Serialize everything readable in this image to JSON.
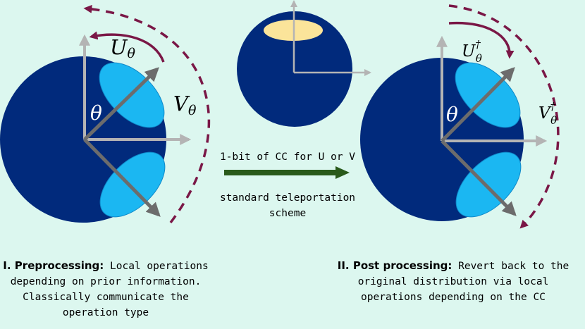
{
  "colors": {
    "background": "#dcf7ef",
    "sphere": "#012a7c",
    "blob": "#1bb7f2",
    "blob_outline": "#0f89c9",
    "top_blob": "#fbe49a",
    "axis": "#b4b4b4",
    "state_vector": "#6c6c6c",
    "rotation_arrow": "#7a1746",
    "channel_arrow": "#2a5a1b"
  },
  "icons": {
    "channel_arrow": "right-arrow",
    "rotation_arrows": "curved-arrow"
  },
  "left_sphere": {
    "angle_label": "θ",
    "u_label": "U",
    "u_sub": "θ",
    "v_label": "V",
    "v_sub": "θ"
  },
  "right_sphere": {
    "angle_label": "θ",
    "u_label": "U",
    "u_sub": "θ",
    "u_sup": "†",
    "v_label": "V",
    "v_sub": "θ",
    "v_sup": "†"
  },
  "channel": {
    "cc_label": "1-bit of CC for U or V",
    "scheme_line1": "standard teleportation",
    "scheme_line2": "scheme"
  },
  "captions": {
    "left_head": "I. Preprocessing:",
    "left_text": "Local operations depending on prior information. Classically communicate the operation type",
    "right_head": "II. Post processing:",
    "right_text": "Revert back to the original distribution via local operations depending on the CC"
  }
}
